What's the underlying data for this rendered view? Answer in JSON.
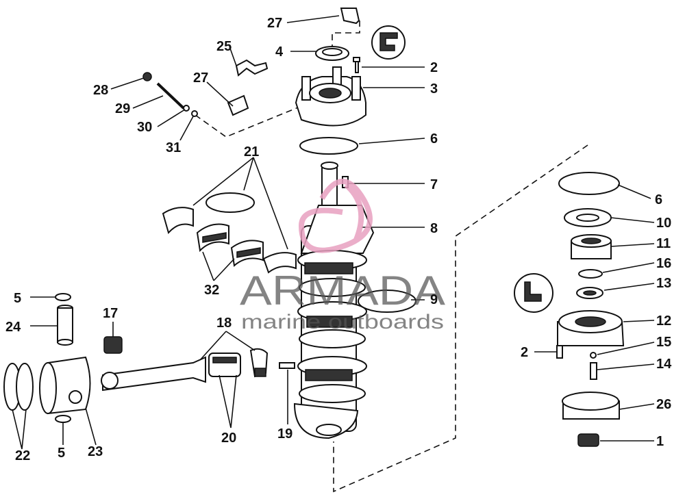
{
  "watermark": {
    "brand": "ARMADA",
    "tagline": "marine outboards",
    "accent_color": "#e8a0c0"
  },
  "labels": {
    "l1": "1",
    "l2a": "2",
    "l2b": "2",
    "l3": "3",
    "l4": "4",
    "l5a": "5",
    "l5b": "5",
    "l6a": "6",
    "l6b": "6",
    "l7": "7",
    "l8": "8",
    "l9": "9",
    "l10": "10",
    "l11": "11",
    "l12": "12",
    "l13": "13",
    "l14": "14",
    "l15": "15",
    "l16": "16",
    "l17": "17",
    "l18": "18",
    "l19": "19",
    "l20": "20",
    "l21": "21",
    "l22": "22",
    "l23": "23",
    "l24": "24",
    "l25": "25",
    "l26": "26",
    "l27a": "27",
    "l27b": "27",
    "l28": "28",
    "l29": "29",
    "l30": "30",
    "l31": "31",
    "l32": "32"
  }
}
